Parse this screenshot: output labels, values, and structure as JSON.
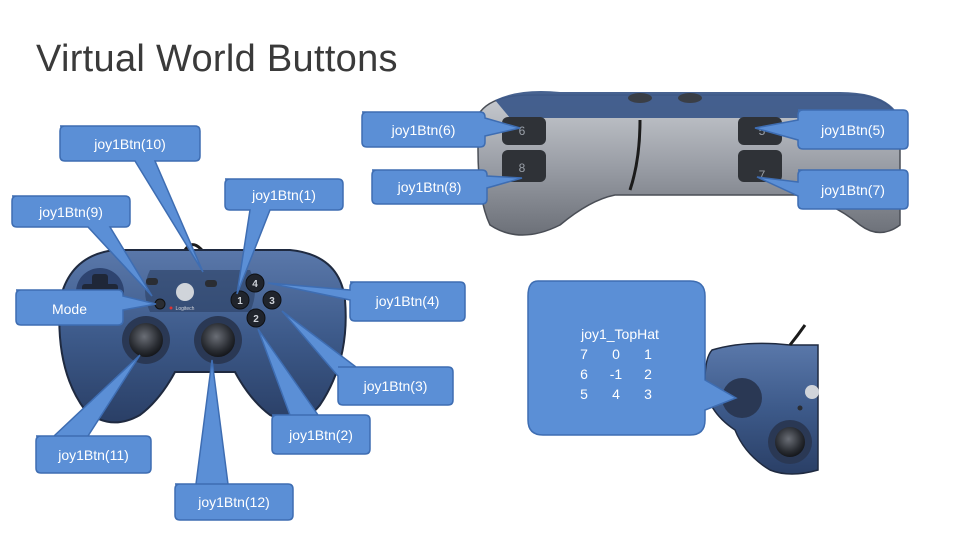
{
  "title": "Virtual World Buttons",
  "colors": {
    "callout_fill": "#5b8fd6",
    "callout_stroke": "#3e6db2",
    "controller_blue": "#3d5a8a",
    "controller_dark": "#1f2a40"
  },
  "callouts": {
    "btn10": "joy1Btn(10)",
    "btn9": "joy1Btn(9)",
    "btn1": "joy1Btn(1)",
    "btn6": "joy1Btn(6)",
    "btn8": "joy1Btn(8)",
    "btn5": "joy1Btn(5)",
    "btn7": "joy1Btn(7)",
    "mode": "Mode",
    "btn4": "joy1Btn(4)",
    "btn3": "joy1Btn(3)",
    "btn2": "joy1Btn(2)",
    "btn11": "joy1Btn(11)",
    "btn12": "joy1Btn(12)"
  },
  "hat": {
    "title": "joy1_TopHat",
    "rows": [
      [
        "7",
        "0",
        "1"
      ],
      [
        "6",
        "-1",
        "2"
      ],
      [
        "5",
        "4",
        "3"
      ]
    ]
  },
  "controller_labels": {
    "shoulder_6": "6",
    "shoulder_5": "5",
    "shoulder_8": "8",
    "shoulder_7": "7",
    "face_1": "1",
    "face_2": "2",
    "face_3": "3",
    "face_4": "4",
    "logo": "Logitech"
  }
}
